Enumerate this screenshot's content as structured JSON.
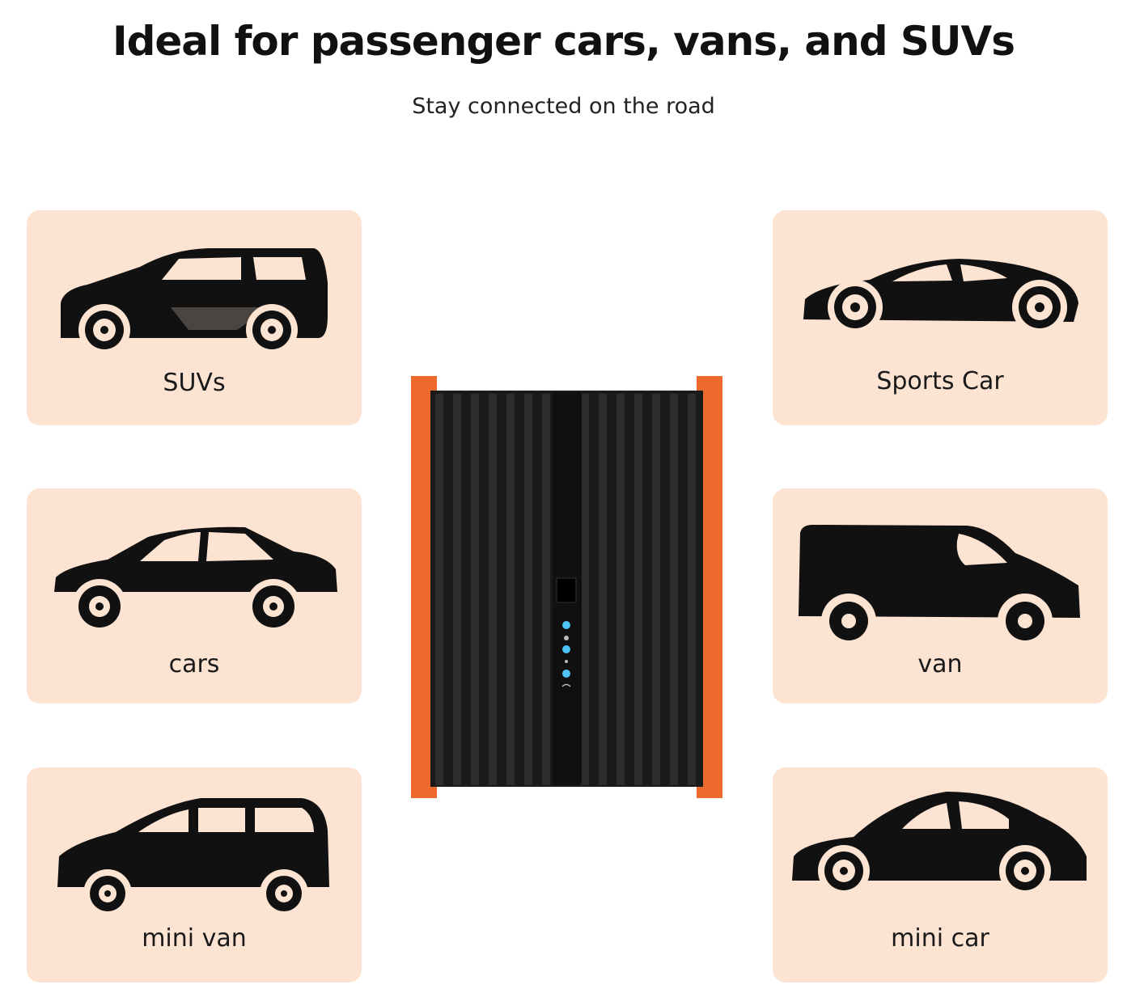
{
  "header": {
    "title": "Ideal for passenger cars, vans, and SUVs",
    "subtitle": "Stay connected on the road"
  },
  "vehicles": {
    "suv": {
      "label": "SUVs",
      "icon": "suv-icon"
    },
    "sports_car": {
      "label": "Sports Car",
      "icon": "sports-car-icon"
    },
    "cars": {
      "label": "cars",
      "icon": "sedan-icon"
    },
    "van": {
      "label": "van",
      "icon": "van-icon"
    },
    "mini_van": {
      "label": "mini van",
      "icon": "minivan-icon"
    },
    "mini_car": {
      "label": "mini car",
      "icon": "mini-car-icon"
    }
  },
  "device": {
    "name": "router-device",
    "indicator_icons": [
      "warning-icon",
      "signal-icon",
      "wifi-icon"
    ],
    "colors": {
      "body": "#1c1c1c",
      "accent": "#ee6a2c",
      "led": "#4fc3f7"
    }
  },
  "colors": {
    "card_background": "#fde3d2",
    "text": "#111111"
  }
}
